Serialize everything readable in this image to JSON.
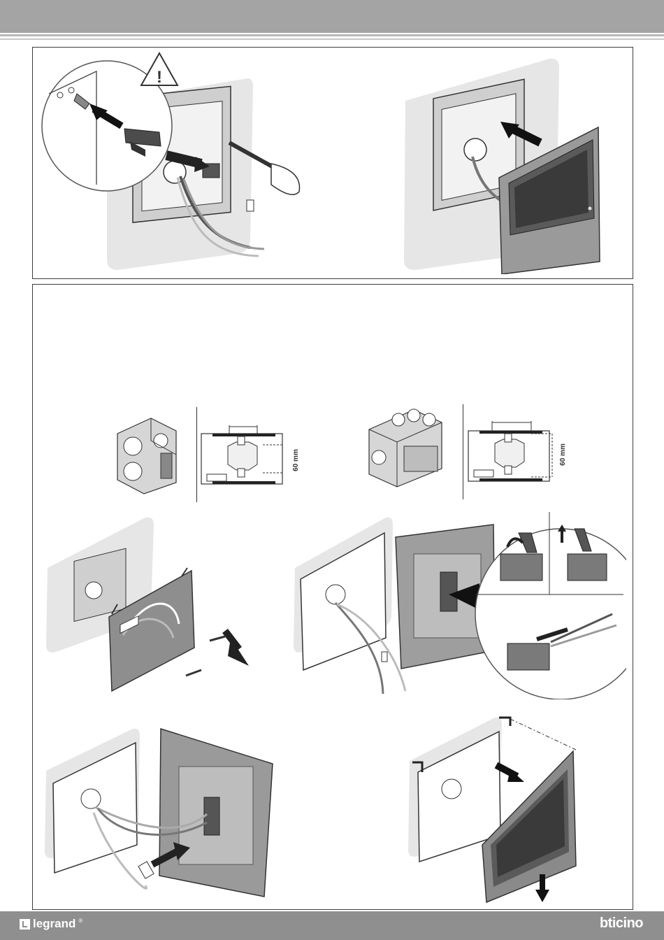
{
  "header": {
    "bar_color": "#a4a4a4"
  },
  "figures": {
    "plate_small": {
      "dimension_label": "60 mm"
    },
    "plate_large": {
      "dimension_label": "60 mm"
    },
    "warning_symbol": "!"
  },
  "footer": {
    "brand_left": "legrand",
    "brand_left_mark": "®",
    "brand_right": "bticino",
    "bar_color": "#8f8f8f"
  }
}
